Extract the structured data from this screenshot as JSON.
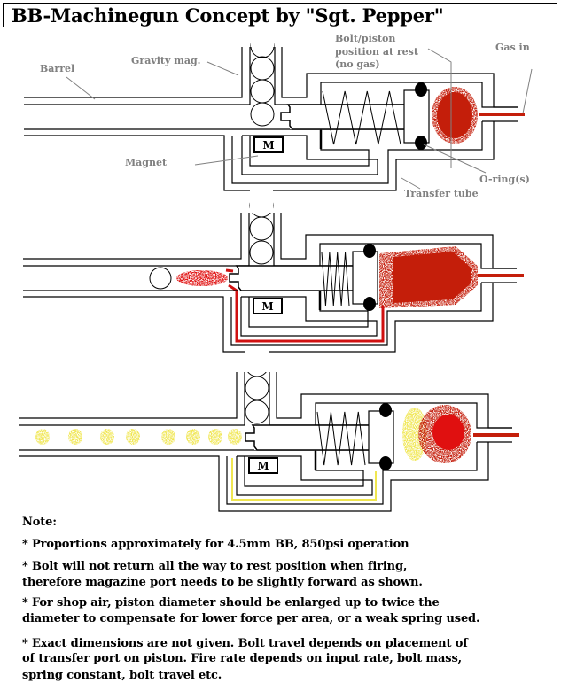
{
  "title": "BB-Machinegun Concept by \"Sgt. Pepper\"",
  "diagram_labels": {
    "barrel": "Barrel",
    "gravity_mag": "Gravity mag.",
    "bolt_piston": [
      "Bolt/piston",
      "position at rest",
      "(no gas)"
    ],
    "gas_in": "Gas in",
    "magnet": "Magnet",
    "o_rings": "O-ring(s)",
    "transfer_tube": "Transfer tube",
    "magnet_symbol": "M"
  },
  "notes": {
    "heading": "Note:",
    "items": [
      [
        "* Proportions approximately for 4.5mm BB, 850psi operation"
      ],
      [
        "* Bolt will not return all the way to rest position when firing,",
        "therefore magazine port needs to be slightly forward as shown."
      ],
      [
        "* For shop air, piston diameter should be enlarged up to twice the",
        "diameter to compensate for lower force per area, or a weak spring used."
      ],
      [
        "* Exact dimensions are not given. Bolt travel depends on placement of",
        "of transfer port on piston. Fire rate depends on input rate, bolt mass,",
        "spring constant, bolt travel etc."
      ]
    ]
  },
  "colors": {
    "gas_red": "#c41e0a",
    "gas_bright_red": "#e01010",
    "exhaust_yellow": "#f0e650",
    "label_grey": "#808080",
    "line": "#000000"
  }
}
